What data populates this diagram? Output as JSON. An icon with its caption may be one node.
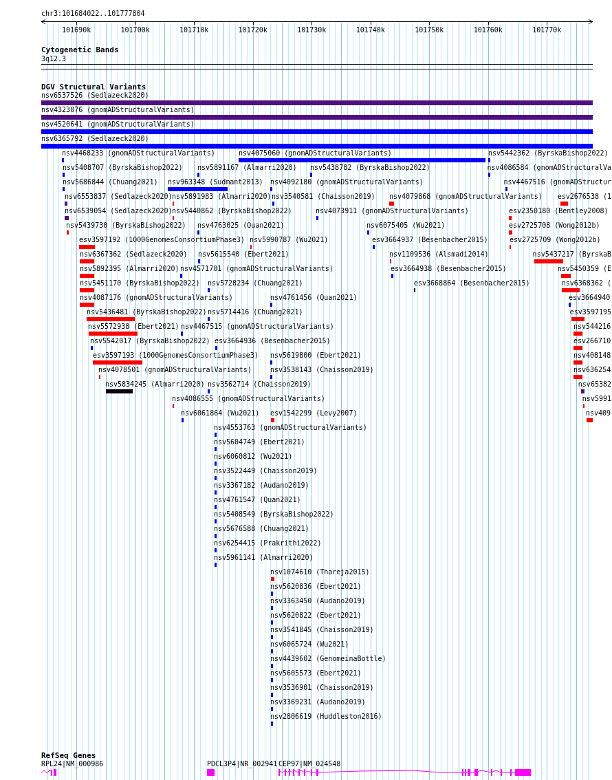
{
  "diagram": {
    "labels": [
      "chr3:101684022..101777804",
      "101690k",
      "101700k",
      "101710k",
      "101720k",
      "101730k",
      "101740k",
      "101750k",
      "101760k",
      "101770k",
      "Cytogenetic Bands",
      "3q12.3",
      "DGV Structural Variants",
      "nsv6537526 (Sedlazeck2020)",
      "nsv4323076 (gnomADStructuralVariants)",
      "nsv4520641 (gnomADStructuralVariants)",
      "nsv6365792 (Sedlazeck2020)",
      "nsv4468233 (gnomADStructuralVariants)",
      "nsv4075060 (gnomADStructuralVariants)",
      "nsv5442362 (ByrskaBishop2022)",
      "nsv5408707 (ByrskaBishop2022)",
      "nsv5891167 (Almarri2020)",
      "nsv5438782 (ByrskaBishop2022)",
      "nsv4086584 (gnomADStructuralVa",
      "nsv5686844 (Chuang2021)",
      "nsv963348 (Sudmant2013)",
      "nsv4092180 (gnomADStructuralVariants)",
      "nsv4467516 (gnomADStructur",
      "nsv6553837 (Sedlazeck2020)",
      "nsv5891983 (Almarri2020)",
      "nsv3540581 (Chaisson2019)",
      "nsv4079868 (gnomADStructuralVariants)",
      "esv2676538 (1",
      "nsv6539054 (Sedlazeck2020)",
      "nsv5440862 (ByrskaBishop2022)",
      "nsv4073911 (gnomADStructuralVariants)",
      "esv2350180 (Bentley2008)",
      "nsv5439730 (ByrskaBishop2022)",
      "nsv4763025 (Quan2021)",
      "nsv6075405 (Wu2021)",
      "esv2725708 (Wong2012b)",
      "esv3597192 (1000GenomesConsortiumPhase3)",
      "nsv5990787 (Wu2021)",
      "esv3664937 (Besenbacher2015)",
      "esv2725709 (Wong2012b)",
      "nsv6367362 (Sedlazeck2020)",
      "nsv5615540 (Ebert2021)",
      "nsv1109536 (Alsmadi2014)",
      "nsv5437217 (ByrskaB",
      "nsv5892395 (Almarri2020)",
      "nsv4571701 (gnomADStructuralVariants)",
      "esv3664938 (Besenbacher2015)",
      "nsv5450359 (E",
      "nsv5451170 (ByrskaBishop2022)",
      "nsv5728234 (Chuang2021)",
      "esv3668864 (Besenbacher2015)",
      "nsv6368362 (",
      "nsv4087176 (gnomADStructuralVariants)",
      "nsv4761456 (Quan2021)",
      "esv3664940",
      "nsv5436481 (ByrskaBishop2022)",
      "nsv5714416 (Chuang2021)",
      "esv3597195",
      "nsv5572938 (Ebert2021)",
      "nsv4467515 (gnomADStructuralVariants)",
      "nsv544216",
      "nsv5542017 (ByrskaBishop2022)",
      "esv3664936 (Besenbacher2015)",
      "esv266710",
      "esv3597193 (1000GenomesConsortiumPhase3)",
      "nsv5619800 (Ebert2021)",
      "nsv408148",
      "nsv4078501 (gnomADStructuralVariants)",
      "nsv3538143 (Chaisson2019)",
      "nsv636254",
      "nsv5834245 (Almarri2020)",
      "nsv3562714 (Chaisson2019)",
      "nsv65382",
      "nsv4086555 (gnomADStructuralVariants)",
      "nsv5991",
      "nsv6061864 (Wu2021)",
      "esv1542299 (Levy2007)",
      "nsv409",
      "nsv4553763 (gnomADStructuralVariants)",
      "nsv5604749 (Ebert2021)",
      "nsv6060812 (Wu2021)",
      "nsv3522449 (Chaisson2019)",
      "nsv3367182 (Audano2019)",
      "nsv4761547 (Quan2021)",
      "nsv5408549 (ByrskaBishop2022)",
      "nsv5676588 (Chuang2021)",
      "nsv6254415 (Prakrithi2022)",
      "nsv5961141 (Almarri2020)",
      "nsv1074610 (Thareja2015)",
      "nsv5620836 (Ebert2021)",
      "nsv3363450 (Audano2019)",
      "nsv5620822 (Ebert2021)",
      "nsv3541845 (Chaisson2019)",
      "nsv6065724 (Wu2021)",
      "nsv4439602 (GenomeinaBottle)",
      "nsv5605573 (Ebert2021)",
      "nsv3536901 (Chaisson2019)",
      "nsv3369231 (Audano2019)",
      "nsv2806619 (Huddleston2016)",
      "RefSeq Genes",
      "RPL24|NM_000986",
      "PDCL3P4|NR_002941",
      "CEP97|NM_024548"
    ]
  }
}
